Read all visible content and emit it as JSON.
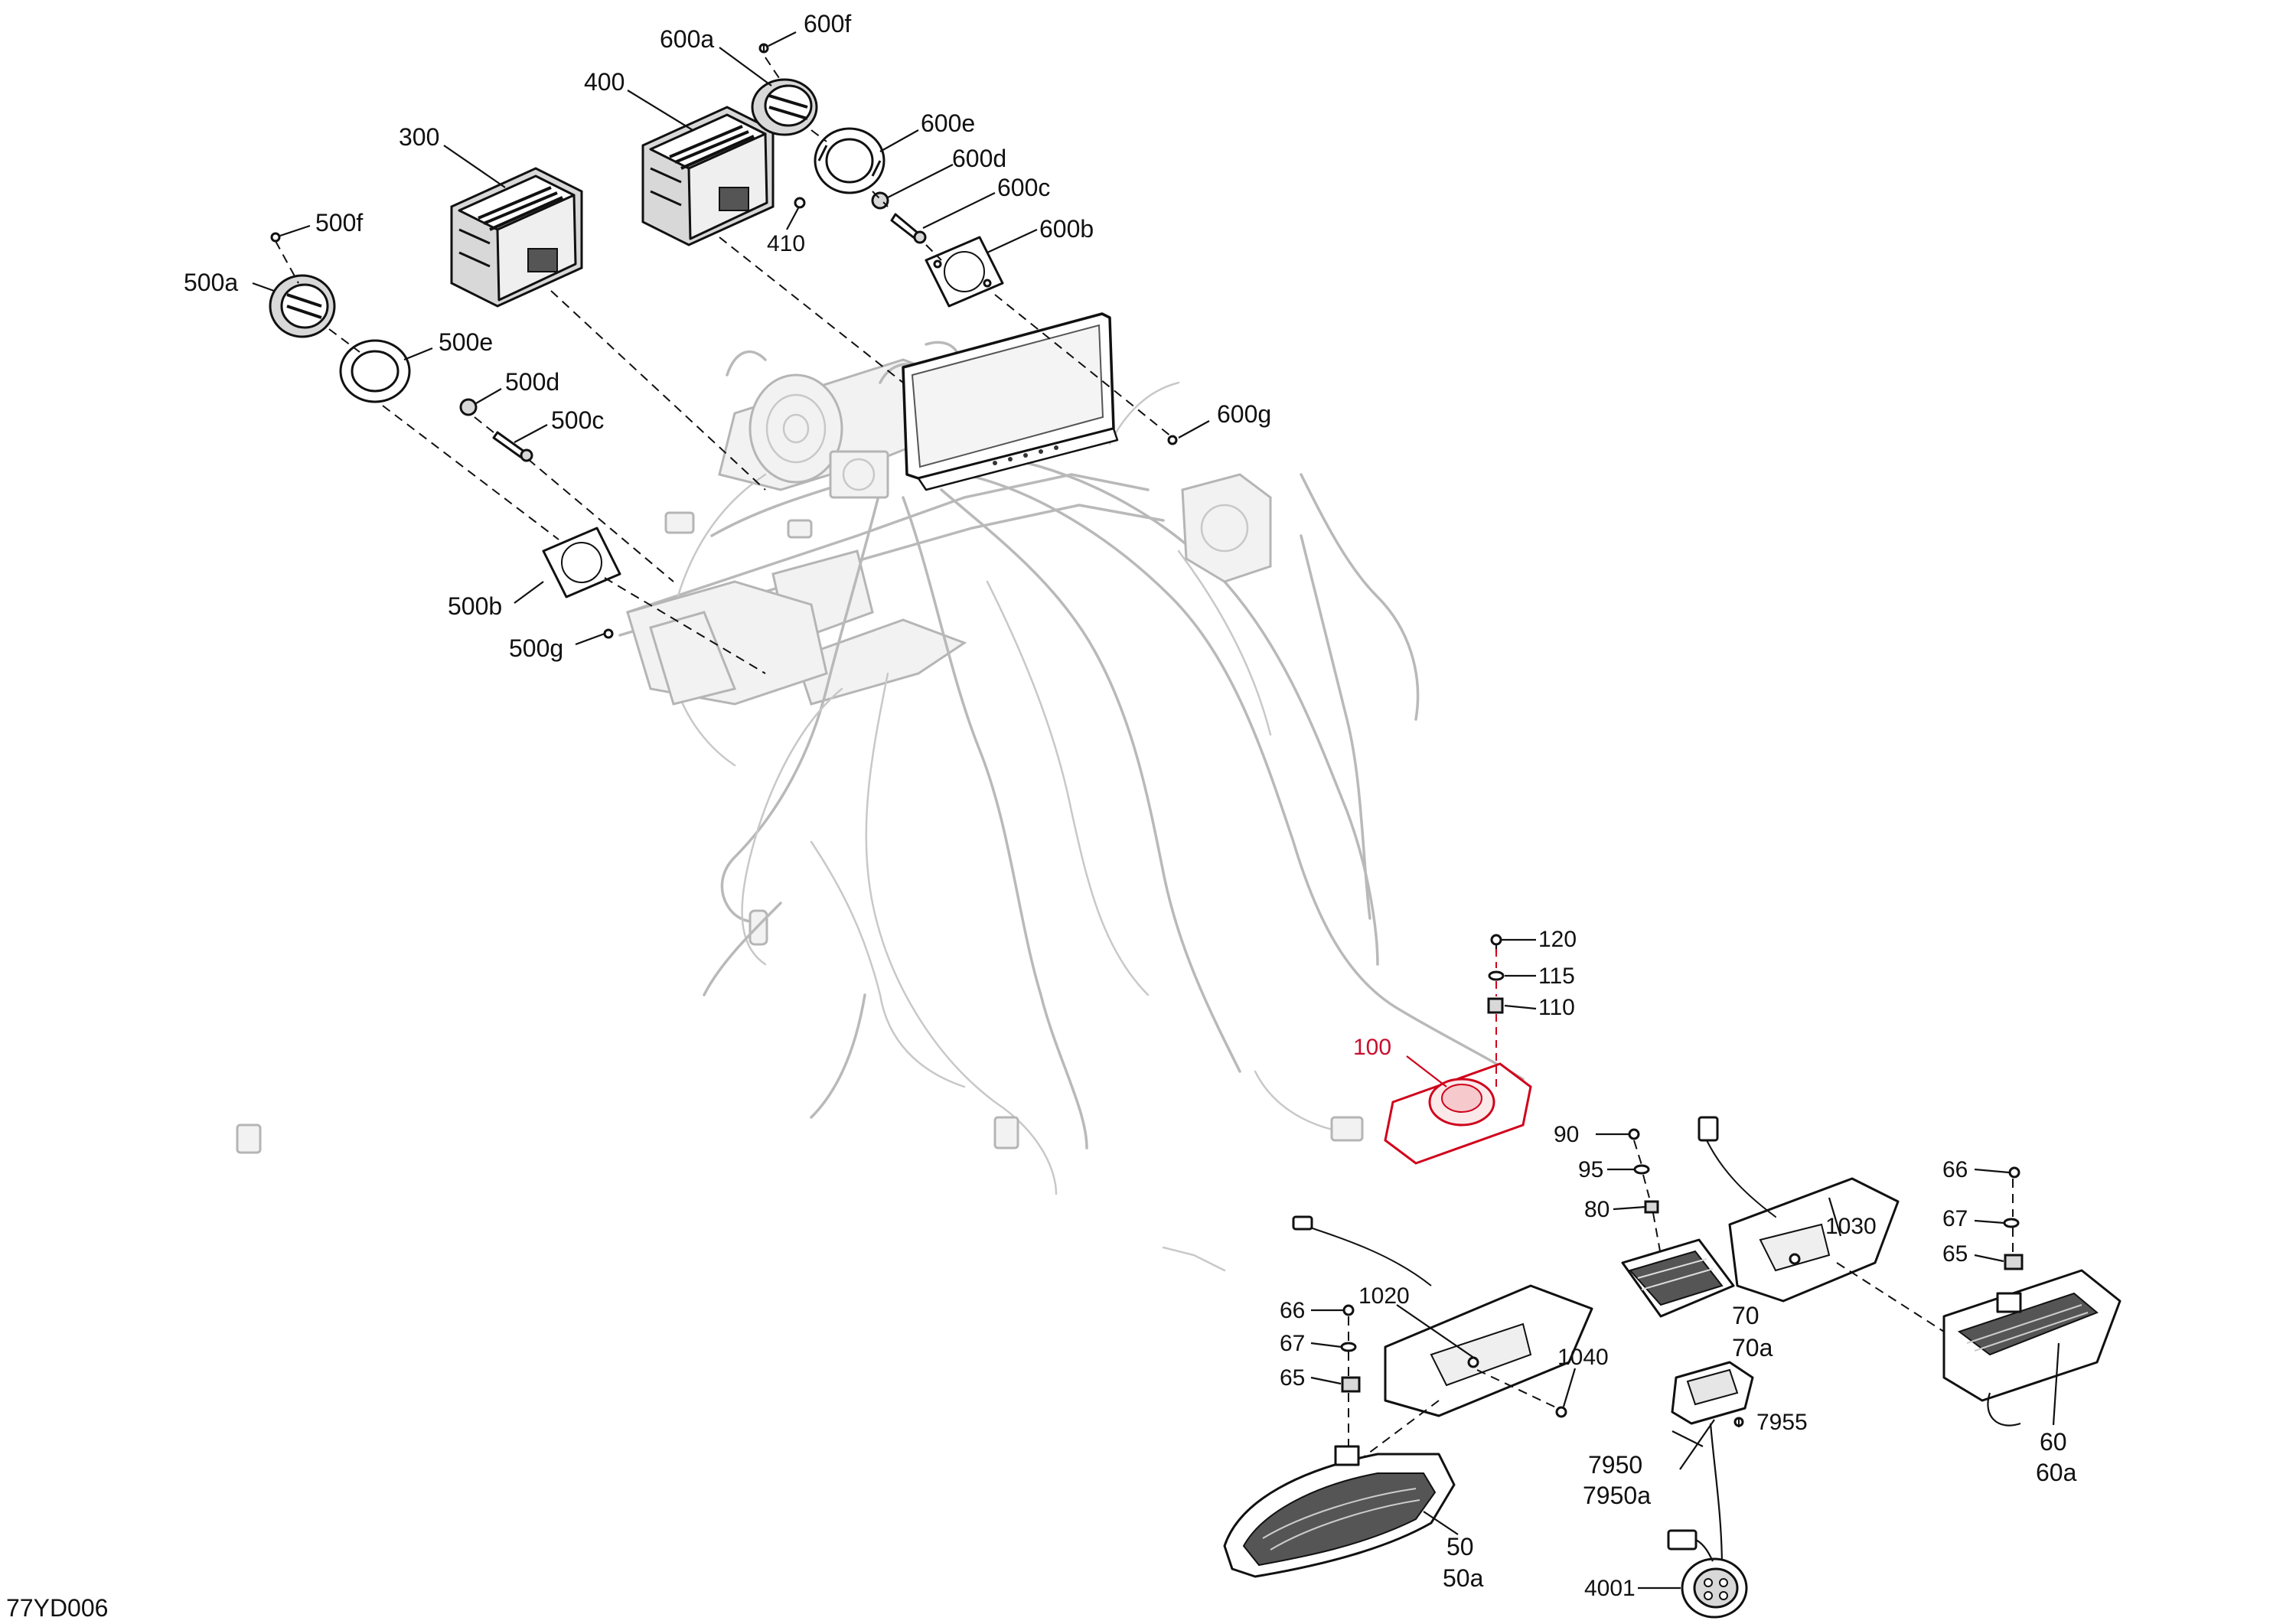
{
  "diagram": {
    "code": "77YD006",
    "labels": {
      "p300": "300",
      "p400": "400",
      "p410": "410",
      "p600a": "600a",
      "p600b": "600b",
      "p600c": "600c",
      "p600d": "600d",
      "p600e": "600e",
      "p600f": "600f",
      "p600g": "600g",
      "p500a": "500a",
      "p500b": "500b",
      "p500c": "500c",
      "p500d": "500d",
      "p500e": "500e",
      "p500f": "500f",
      "p500g": "500g",
      "p100": "100",
      "p110": "110",
      "p115": "115",
      "p120": "120",
      "p90": "90",
      "p95": "95",
      "p80": "80",
      "p70": "70",
      "p70a": "70a",
      "p1030": "1030",
      "p66r": "66",
      "p67r": "67",
      "p65r": "65",
      "p60": "60",
      "p60a": "60a",
      "p1020": "1020",
      "p66l": "66",
      "p67l": "67",
      "p65l": "65",
      "p1040": "1040",
      "p7955": "7955",
      "p7950": "7950",
      "p7950a": "7950a",
      "p50": "50",
      "p50a": "50a",
      "p4001": "4001"
    },
    "colors": {
      "ink": "#111111",
      "highlight": "#d0021b",
      "ghost": "#b9b9b9"
    }
  }
}
